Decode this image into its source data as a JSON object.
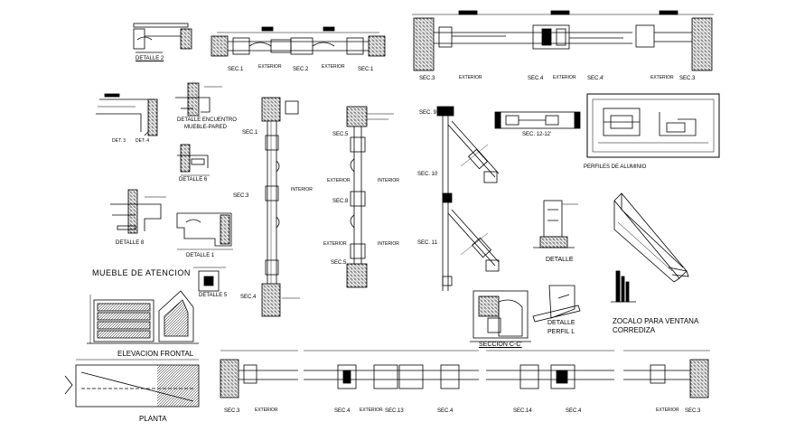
{
  "title": "Window and aluminium profile construction details",
  "labels": {
    "detalle2": "DETALLE 2",
    "det3": "DET. 3",
    "det4": "DET. 4",
    "detalleEncuentro1": "DETALLE ENCUENTRO",
    "detalleEncuentro2": "MUEBLE-PARED",
    "detalle6": "DETALLE 6",
    "detalle8": "DETALLE 8",
    "detalle1": "DETALLE 1",
    "detalle5": "DETALLE 5",
    "muebleAtencion": "MUEBLE DE ATENCION",
    "elevacionFrontal": "ELEVACION FRONTAL",
    "planta": "PLANTA",
    "sec1a": "SEC.1",
    "sec2a": "SEC.2",
    "sec1b": "SEC.1",
    "exterior": "EXTERIOR",
    "interior": "INTERIOR",
    "sec3top": "SEC.3",
    "sec4top": "SEC.4",
    "sec4prime": "SEC.4'",
    "sec3topR": "SEC.3",
    "vSec1": "SEC.1",
    "vSec3": "SEC.3",
    "vSec4": "SEC.4",
    "mSec5a": "SEC.5",
    "mSec8": "SEC.8",
    "mSec5b": "SEC.5",
    "sec9": "SEC. 9",
    "sec10": "SEC. 10",
    "sec11": "SEC. 11",
    "sec1212": "SEC. 12-12'",
    "perfilesAluminio": "PERFILES DE ALUMINIO",
    "detalle": "DETALLE",
    "detallePerfil1": "DETALLE",
    "detallePerfil2": "PERFIL L",
    "seccionCC": "SECCION C-C'",
    "zocalo1": "ZOCALO PARA VENTANA",
    "zocalo2": "CORREDIZA",
    "bSec3": "SEC.3",
    "bSec4": "SEC.4",
    "bSec13": "SEC.13",
    "bSec4b": "SEC.4",
    "bSec14": "SEC.14",
    "bSec4c": "SEC.4",
    "bSec3r": "SEC.3"
  },
  "colors": {
    "ink": "#000000",
    "paper": "#ffffff",
    "hatch": "#333333"
  }
}
